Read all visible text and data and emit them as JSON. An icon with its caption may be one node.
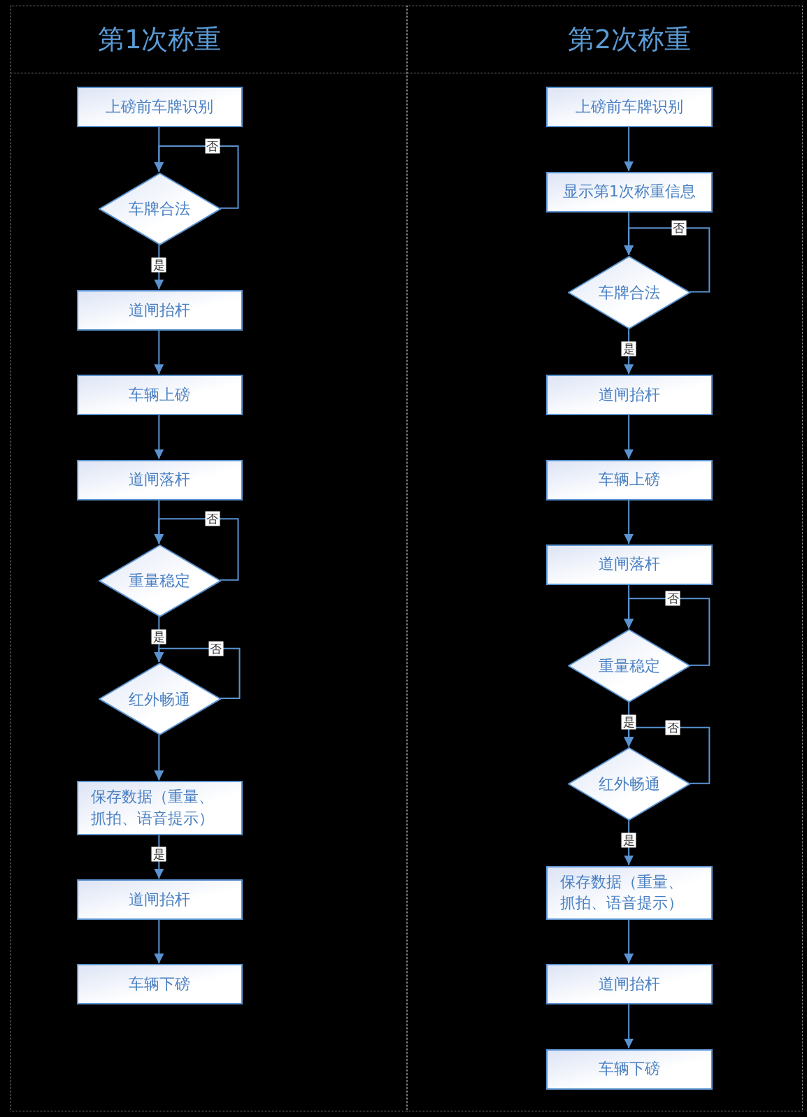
{
  "diagram": {
    "nodes": [
      {
        "text": [
          "第1次称重"
        ]
      },
      {
        "text": [
          "上磅前车牌识别"
        ],
        "in": 0
      },
      {
        "text": [
          "车牌合法"
        ],
        "in": 0
      },
      {
        "text": [
          "道闸抬杆"
        ],
        "in": 0
      },
      {
        "text": [
          "车辆上磅"
        ],
        "in": 0
      },
      {
        "text": [
          "道闸落杆"
        ],
        "in": 0
      },
      {
        "text": [
          "重量稳定"
        ],
        "in": 0
      },
      {
        "text": [
          "红外畅通"
        ],
        "in": 0
      },
      {
        "text": [
          "保存数据（重量、抓拍、语音提示）"
        ],
        "in": 0
      },
      {
        "text": [
          "道闸抬杆"
        ],
        "in": 0
      },
      {
        "text": [
          "车辆下磅"
        ],
        "in": 0
      },
      {
        "text": [
          "第2次称重"
        ]
      },
      {
        "text": [
          "上磅前车牌识别"
        ],
        "in": 11
      },
      {
        "text": [
          "显示第1次称重信息"
        ],
        "in": 11
      },
      {
        "text": [
          "车牌合法"
        ],
        "in": 11
      },
      {
        "text": [
          "道闸抬杆"
        ],
        "in": 11
      },
      {
        "text": [
          "车辆上磅"
        ],
        "in": 11
      },
      {
        "text": [
          "道闸落杆"
        ],
        "in": 11
      },
      {
        "text": [
          "重量稳定"
        ],
        "in": 11
      },
      {
        "text": [
          "红外畅通"
        ],
        "in": 11
      },
      {
        "text": [
          "保存数据（重量、抓拍、语音提示）"
        ],
        "in": 11
      },
      {
        "text": [
          "道闸抬杆"
        ],
        "in": 11
      },
      {
        "text": [
          "车辆下磅"
        ],
        "in": 11
      }
    ],
    "edges": [
      {
        "from": 1,
        "to": 2,
        "arrow": "to"
      },
      {
        "from": 2,
        "to": 2,
        "arrow": "to",
        "label": "否"
      },
      {
        "from": 2,
        "to": 3,
        "arrow": "to",
        "label": "是"
      },
      {
        "from": 3,
        "to": 4,
        "arrow": "to"
      },
      {
        "from": 4,
        "to": 5,
        "arrow": "to"
      },
      {
        "from": 5,
        "to": 6,
        "arrow": "to"
      },
      {
        "from": 6,
        "to": 6,
        "arrow": "to",
        "label": "否"
      },
      {
        "from": 6,
        "to": 7,
        "arrow": "to",
        "label": "是"
      },
      {
        "from": 7,
        "to": 7,
        "arrow": "to",
        "label": "否"
      },
      {
        "from": 7,
        "to": 8,
        "arrow": "to"
      },
      {
        "from": 8,
        "to": 9,
        "arrow": "to",
        "label": "是"
      },
      {
        "from": 9,
        "to": 10,
        "arrow": "to"
      },
      {
        "from": 12,
        "to": 13,
        "arrow": "to"
      },
      {
        "from": 13,
        "to": 14,
        "arrow": "to"
      },
      {
        "from": 14,
        "to": 14,
        "arrow": "to",
        "label": "否"
      },
      {
        "from": 14,
        "to": 15,
        "arrow": "to",
        "label": "是"
      },
      {
        "from": 15,
        "to": 16,
        "arrow": "to"
      },
      {
        "from": 16,
        "to": 17,
        "arrow": "to"
      },
      {
        "from": 17,
        "to": 18,
        "arrow": "to"
      },
      {
        "from": 18,
        "to": 18,
        "arrow": "to",
        "label": "否"
      },
      {
        "from": 18,
        "to": 19,
        "arrow": "to",
        "label": "是"
      },
      {
        "from": 19,
        "to": 19,
        "arrow": "to",
        "label": "否"
      },
      {
        "from": 19,
        "to": 20,
        "arrow": "to",
        "label": "是"
      },
      {
        "from": 20,
        "to": 21,
        "arrow": "to"
      },
      {
        "from": 21,
        "to": 22,
        "arrow": "to"
      }
    ]
  }
}
